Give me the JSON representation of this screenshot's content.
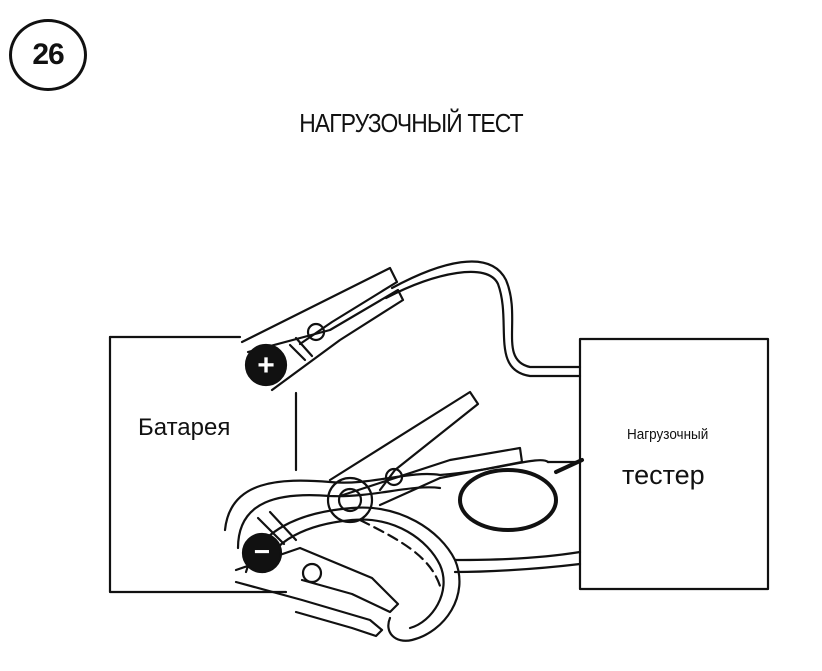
{
  "figure_number": "26",
  "title": "НАГРУЗОЧНЫЙ ТЕСТ",
  "battery": {
    "label": "Батарея"
  },
  "tester": {
    "label_line1": "Нагрузочный",
    "label_line2": "тестер"
  },
  "terminals": {
    "positive_symbol": "+",
    "negative_symbol": "−"
  },
  "colors": {
    "ink": "#111111",
    "background": "#ffffff"
  }
}
